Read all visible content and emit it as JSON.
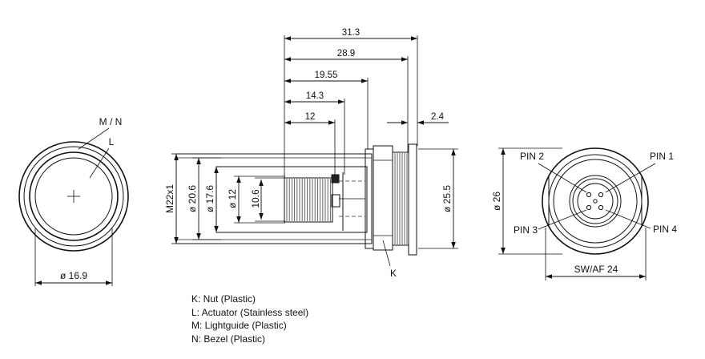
{
  "front_view": {
    "callout_mn": "M / N",
    "callout_l": "L",
    "dim_diameter": "ø 16.9"
  },
  "side_view": {
    "dims_top": [
      "31.3",
      "28.9",
      "19.55",
      "14.3",
      "12"
    ],
    "dim_right": "2.4",
    "dims_left": [
      "M22x1",
      "ø 20.6",
      "ø 17.6",
      "ø 12",
      "10.6"
    ],
    "dim_body": "ø 25.5",
    "callout_k": "K"
  },
  "rear_view": {
    "pins": [
      "PIN 1",
      "PIN 2",
      "PIN 3",
      "PIN 4"
    ],
    "dim_diameter": "ø 26",
    "dim_across_flats": "SW/AF 24"
  },
  "legend": [
    "K: Nut (Plastic)",
    "L: Actuator (Stainless steel)",
    "M: Lightguide (Plastic)",
    "N: Bezel (Plastic)"
  ]
}
